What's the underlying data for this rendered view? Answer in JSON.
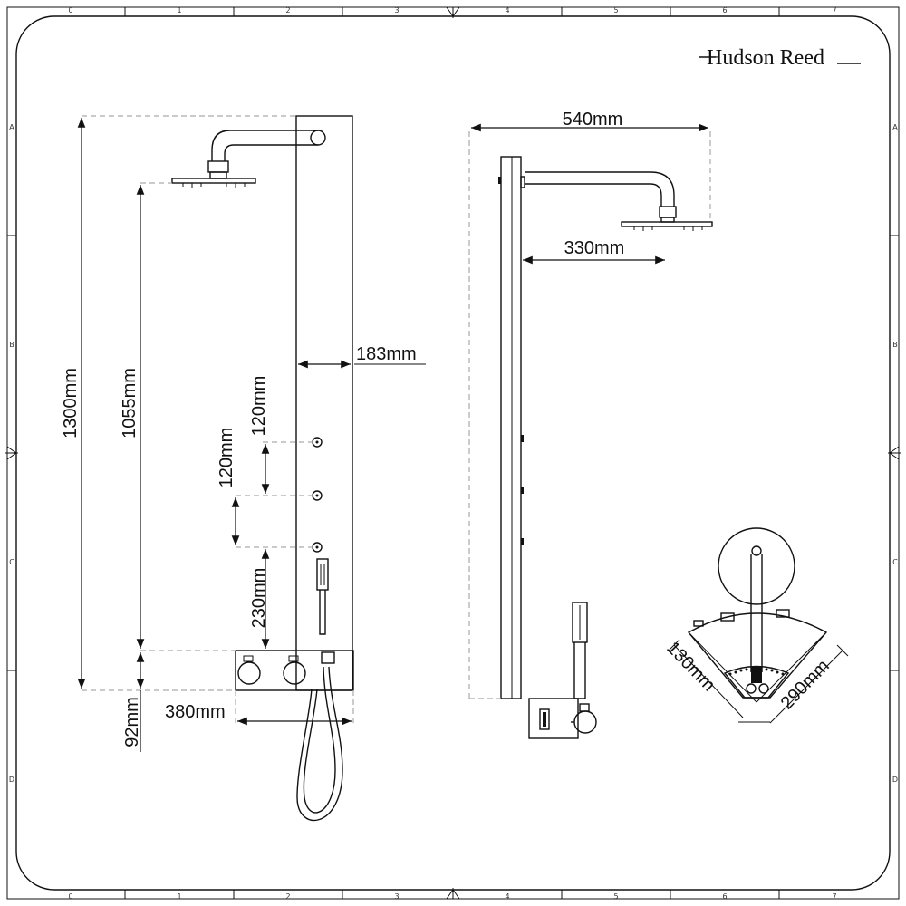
{
  "brand": {
    "name": "Hudson Reed"
  },
  "frame": {
    "columns": [
      "0",
      "1",
      "2",
      "3",
      "4",
      "5",
      "6",
      "7"
    ],
    "rows": [
      "A",
      "B",
      "C",
      "D"
    ]
  },
  "dimensions": {
    "width_arm_total": "540mm",
    "arm_reach": "330mm",
    "panel_depth": "183mm",
    "total_height": "1300mm",
    "head_height": "1055mm",
    "jet_spacing_upper": "120mm",
    "jet_spacing_lower": "120mm",
    "jet_to_valve": "230mm",
    "valve_width": "380mm",
    "base_offset": "92mm",
    "corner_side_a": "130mm",
    "corner_side_b": "290mm"
  }
}
